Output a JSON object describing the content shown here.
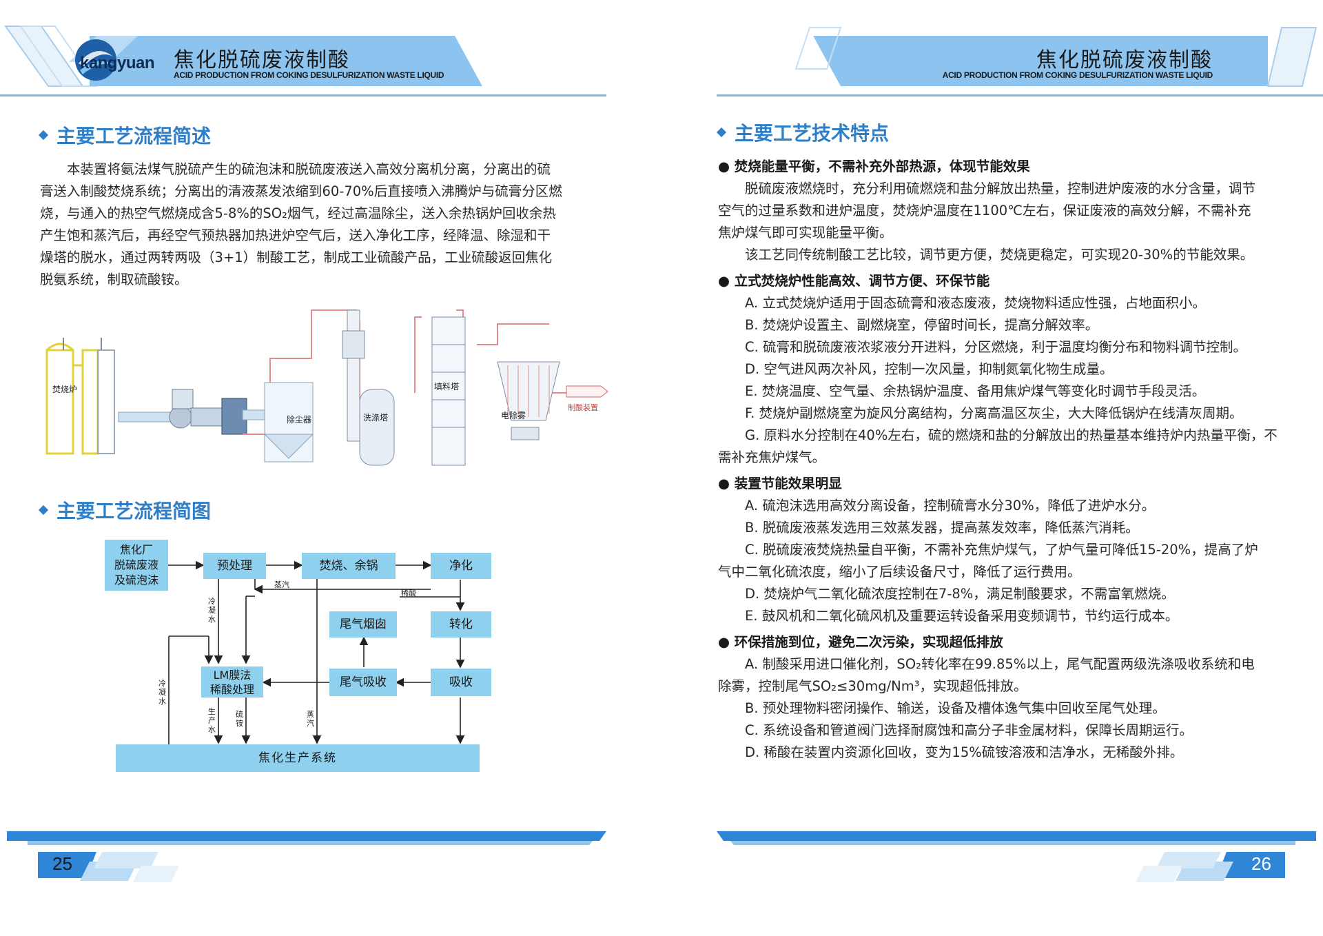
{
  "left_page": {
    "header": {
      "logo_text": "kangyuan",
      "title": "焦化脱硫废液制酸",
      "subtitle": "ACID PRODUCTION FROM COKING DESULFURIZATION WASTE LIQUID"
    },
    "section1": {
      "title": "主要工艺流程简述",
      "lines": [
        "　　本装置将氨法煤气脱硫产生的硫泡沫和脱硫废液送入高效分离机分离，分离出的硫",
        "膏送入制酸焚烧系统；分离出的清液蒸发浓缩到60-70%后直接喷入沸腾炉与硫膏分区燃",
        "烧，与通入的热空气燃烧成含5-8%的SO₂烟气，经过高温除尘，送入余热锅炉回收余热",
        "产生饱和蒸汽后，再经空气预热器加热进炉空气后，送入净化工序，经降温、除湿和干",
        "燥塔的脱水，通过两转两吸（3+1）制酸工艺，制成工业硫酸产品，工业硫酸返回焦化",
        "脱氨系统，制取硫酸铵。"
      ]
    },
    "equipment_labels": {
      "incinerator": "焚烧炉",
      "dust_remover": "除尘器",
      "wash_tower": "洗涤塔",
      "packed_tower": "填料塔",
      "electric_demister": "电除雾",
      "acid_plant": "制酸装置"
    },
    "section2": {
      "title": "主要工艺流程简图"
    },
    "flowchart": {
      "boxes": {
        "source": "焦化厂\n脱硫废液\n及硫泡沫",
        "pretreat": "预处理",
        "burn": "焚烧、余锅",
        "purify": "净化",
        "tail_stack": "尾气烟囱",
        "convert": "转化",
        "lm": "LM膜法\n稀酸处理",
        "tail_absorb": "尾气吸收",
        "absorb": "吸收",
        "system": "焦化生产系统"
      },
      "labels": {
        "steam": "蒸汽",
        "dilute_acid": "稀酸",
        "cond_water_1": "冷凝水",
        "cond_water_2": "冷凝水",
        "prod_water": "生产水",
        "ammonium_sulfate": "硫铵",
        "steam_v": "蒸汽"
      }
    },
    "page_number": "25"
  },
  "right_page": {
    "header": {
      "title": "焦化脱硫废液制酸",
      "subtitle": "ACID PRODUCTION FROM COKING DESULFURIZATION WASTE LIQUID"
    },
    "section": {
      "title": "主要工艺技术特点",
      "blocks": [
        {
          "bullet": "● 焚烧能量平衡，不需补充外部热源，体现节能效果",
          "lines": [
            "　　脱硫废液燃烧时，充分利用硫燃烧和盐分解放出热量，控制进炉废液的水分含量，调节",
            "空气的过量系数和进炉温度，焚烧炉温度在1100℃左右，保证废液的高效分解，不需补充",
            "焦炉煤气即可实现能量平衡。",
            "　　该工艺同传统制酸工艺比较，调节更方便，焚烧更稳定，可实现20-30%的节能效果。"
          ]
        },
        {
          "bullet": "● 立式焚烧炉性能高效、调节方便、环保节能",
          "lines": [
            "　　A. 立式焚烧炉适用于固态硫膏和液态废液，焚烧物料适应性强，占地面积小。",
            "　　B. 焚烧炉设置主、副燃烧室，停留时间长，提高分解效率。",
            "　　C. 硫膏和脱硫废液浓浆液分开进料，分区燃烧，利于温度均衡分布和物料调节控制。",
            "　　D. 空气进风两次补风，控制一次风量，抑制氮氧化物生成量。",
            "　　E. 焚烧温度、空气量、余热锅炉温度、备用焦炉煤气等变化时调节手段灵活。",
            "　　F. 焚烧炉副燃烧室为旋风分离结构，分离高温区灰尘，大大降低锅炉在线清灰周期。",
            "　　G.  原料水分控制在40%左右，硫的燃烧和盐的分解放出的热量基本维持炉内热量平衡，不",
            "需补充焦炉煤气。"
          ]
        },
        {
          "bullet": "● 装置节能效果明显",
          "lines": [
            "　　A. 硫泡沫选用高效分离设备，控制硫膏水分30%，降低了进炉水分。",
            "　　B. 脱硫废液蒸发选用三效蒸发器，提高蒸发效率，降低蒸汽消耗。",
            "　　C.  脱硫废液焚烧热量自平衡，不需补充焦炉煤气，了炉气量可降低15-20%，提高了炉",
            "气中二氧化硫浓度，缩小了后续设备尺寸，降低了运行费用。",
            "　　D. 焚烧炉气二氧化硫浓度控制在7-8%，满足制酸要求，不需富氧燃烧。",
            "　　E. 鼓风机和二氧化硫风机及重要运转设备采用变频调节，节约运行成本。"
          ]
        },
        {
          "bullet": "● 环保措施到位，避免二次污染，实现超低排放",
          "lines": [
            "　　A. 制酸采用进口催化剂，SO₂转化率在99.85%以上，尾气配置两级洗涤吸收系统和电",
            "除雾，控制尾气SO₂≤30mg/Nm³，实现超低排放。",
            "　　B. 预处理物料密闭操作、输送，设备及槽体逸气集中回收至尾气处理。",
            "　　C. 系统设备和管道阀门选择耐腐蚀和高分子非金属材料，保障长周期运行。",
            "　　D. 稀酸在装置内资源化回收，变为15%硫铵溶液和洁净水，无稀酸外排。"
          ]
        }
      ]
    },
    "page_number": "26"
  },
  "colors": {
    "accent_blue": "#2f7fc8",
    "banner_blue": "#8cc4ef",
    "flow_box": "#8fd0ee",
    "footer_blue": "#2f86d6"
  }
}
